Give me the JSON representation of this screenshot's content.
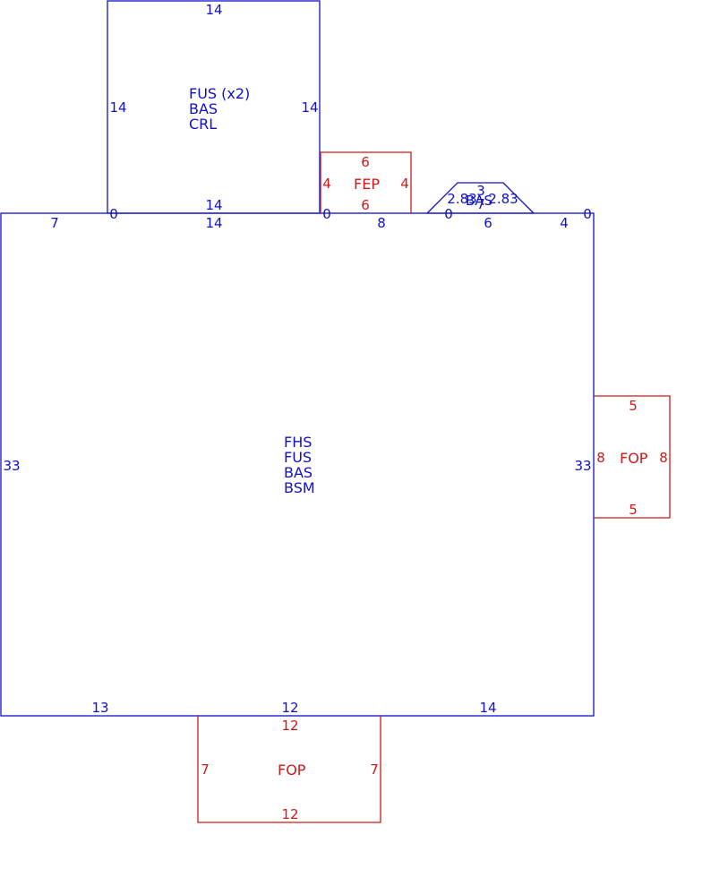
{
  "colors": {
    "main": "#1010c8",
    "porch": "#d01818",
    "background": "#ffffff"
  },
  "areas": {
    "upper": [
      "FUS (x2)",
      "BAS",
      "CRL"
    ],
    "main": [
      "FHS",
      "FUS",
      "BAS",
      "BSM"
    ],
    "fep": "FEP",
    "bay": "BAS",
    "fop_right": "FOP",
    "fop_bottom": "FOP"
  },
  "dims": {
    "upper_top": "14",
    "upper_left": "14",
    "upper_right": "14",
    "upper_bottom": "14",
    "upper_corner_left": "0",
    "upper_corner_right": "0",
    "main_top_left": "7",
    "main_top_mid": "14",
    "main_top_right_a": "8",
    "main_top_bay": "6",
    "main_top_right_b": "4",
    "main_corner_right": "0",
    "main_left": "33",
    "main_right": "33",
    "main_bottom_left": "13",
    "main_bottom_mid": "12",
    "main_bottom_right": "14",
    "fep_top": "6",
    "fep_left": "4",
    "fep_right": "4",
    "fep_bottom": "6",
    "bay_left": "2.83",
    "bay_top": "3",
    "bay_right": "2.83",
    "bay_side": "7",
    "bay_corner": "0",
    "fop_right_top": "5",
    "fop_right_left": "8",
    "fop_right_right": "8",
    "fop_right_bottom": "5",
    "fop_bottom_top": "12",
    "fop_bottom_left": "7",
    "fop_bottom_right": "7",
    "fop_bottom_bottom": "12"
  }
}
